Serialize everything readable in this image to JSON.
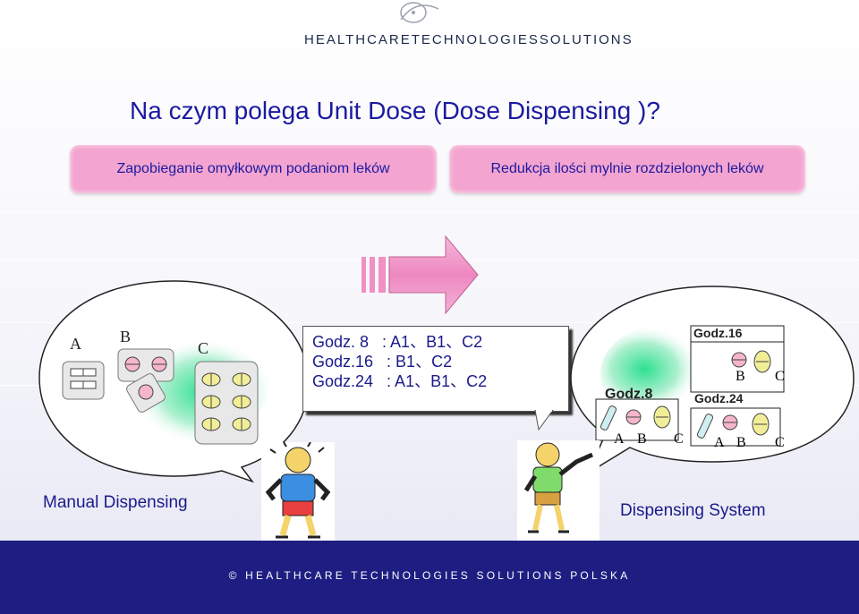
{
  "header": {
    "logo_text": "HEALTHCARETECHNOLOGIESSOLUTIONS"
  },
  "slide": {
    "title": "Na czym polega Unit Dose (Dose Dispensing )?",
    "benefits": [
      "Zapobieganie omyłkowym podaniom leków",
      "Redukcja ilości mylnie rozdzielonych leków"
    ]
  },
  "manual": {
    "letters": [
      "A",
      "B",
      "C"
    ],
    "label": "Manual Dispensing"
  },
  "schedule": {
    "rows": [
      "Godz. 8   : A1、B1、C2",
      "Godz.16   : B1、C2",
      "Godz.24   : A1、B1、C2"
    ]
  },
  "system": {
    "packs": [
      {
        "time": "Godz.8",
        "letters": [
          "A",
          "B",
          "C"
        ]
      },
      {
        "time": "Godz.16",
        "letters": [
          "B",
          "C"
        ]
      },
      {
        "time": "Godz.24",
        "letters": [
          "A",
          "B",
          "C"
        ]
      }
    ],
    "label": "Dispensing System"
  },
  "footer": {
    "text": "© HEALTHCARE TECHNOLOGIES SOLUTIONS POLSKA"
  },
  "colors": {
    "title": "#1a1aa0",
    "pill": "#f4a4d0",
    "arrow": "#f090c4",
    "bar": "#1e1e82"
  }
}
